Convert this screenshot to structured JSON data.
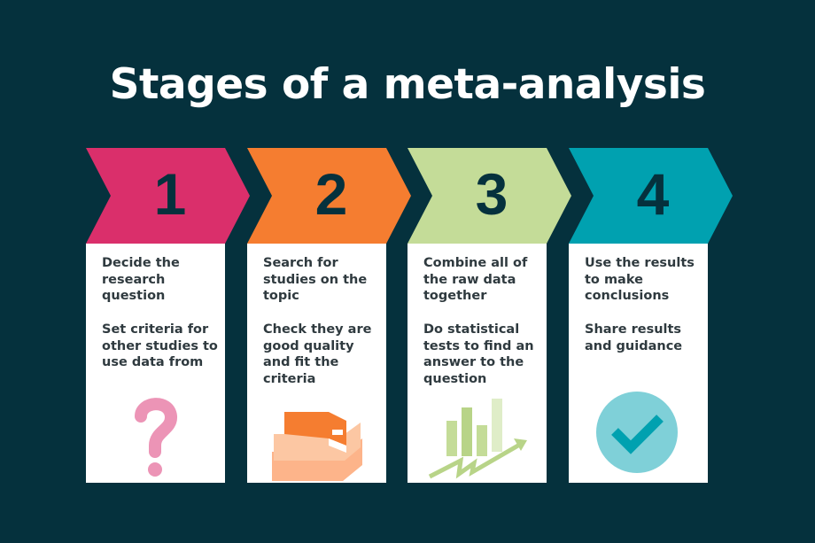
{
  "title": "Stages of a meta-analysis",
  "stages": [
    {
      "number": "1",
      "color": "#da2f6b",
      "text1": "Decide the research question",
      "text2": "Set criteria for other studies to use data from",
      "icon": "question-mark-icon"
    },
    {
      "number": "2",
      "color": "#f57d30",
      "text1": "Search for studies on the topic",
      "text2": "Check they are good quality and fit the criteria",
      "icon": "books-icon"
    },
    {
      "number": "3",
      "color": "#c4dc98",
      "text1": "Combine all of the raw data together",
      "text2": "Do statistical tests to find an answer to the question",
      "icon": "bar-chart-icon"
    },
    {
      "number": "4",
      "color": "#00a1b0",
      "text1": "Use the results to make conclusions",
      "text2": "Share results and guidance",
      "icon": "checkmark-icon"
    }
  ]
}
